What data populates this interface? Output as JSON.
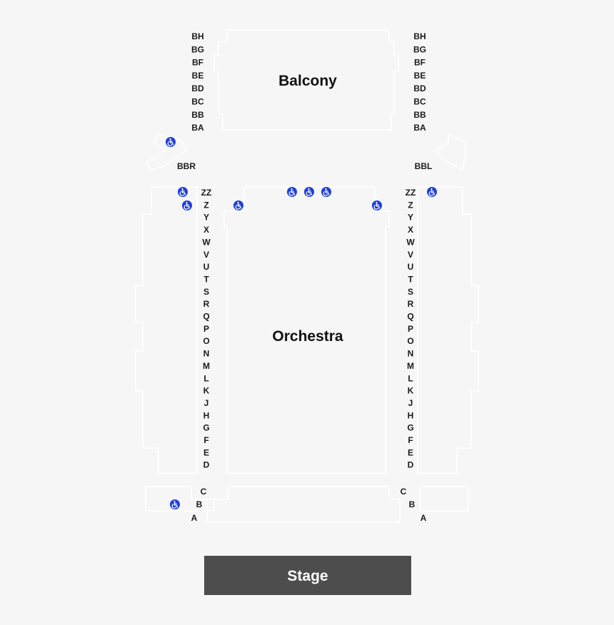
{
  "sections": {
    "balcony": "Balcony",
    "orchestra": "Orchestra",
    "stage": "Stage"
  },
  "balcony_rows": [
    "BH",
    "BG",
    "BF",
    "BE",
    "BD",
    "BC",
    "BB",
    "BA"
  ],
  "box_left": "BBR",
  "box_right": "BBL",
  "orchestra_rows": [
    "ZZ",
    "Z",
    "Y",
    "X",
    "W",
    "V",
    "U",
    "T",
    "S",
    "R",
    "Q",
    "P",
    "O",
    "N",
    "M",
    "L",
    "K",
    "J",
    "H",
    "G",
    "F",
    "E",
    "D"
  ],
  "front_rows": [
    "C",
    "B",
    "A"
  ],
  "icons": {
    "accessible": "wheelchair-icon"
  },
  "colors": {
    "background": "#f6f6f6",
    "stage": "#4d4d4d",
    "accessible": "#1e3fd6"
  }
}
